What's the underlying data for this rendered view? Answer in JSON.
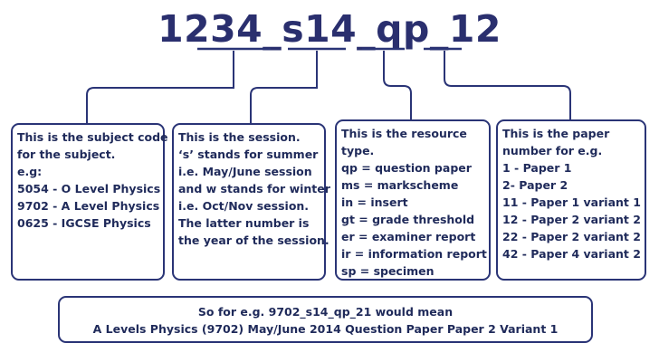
{
  "title": {
    "part1": "1234",
    "sep1": "_",
    "part2": "s14",
    "sep2": "_",
    "part3": "qp",
    "sep3": "_",
    "part4": "12"
  },
  "boxes": {
    "subject": [
      "This is the subject code",
      "for the subject.",
      "e.g:",
      "5054 - O Level Physics",
      "9702 - A Level Physics",
      "0625 - IGCSE Physics"
    ],
    "session": [
      "This is the session.",
      "‘s’ stands for summer",
      "i.e. May/June session",
      "and w stands for winter",
      "i.e. Oct/Nov session.",
      "The latter number is",
      "the year of the session."
    ],
    "resource": [
      "This is the resource",
      "type.",
      "qp = question paper",
      "ms = markscheme",
      "in = insert",
      "gt = grade threshold",
      "er = examiner report",
      "ir = information report",
      "sp = specimen"
    ],
    "paper": [
      "This is the paper",
      "number for e.g.",
      "1 - Paper 1",
      "2- Paper 2",
      "11 - Paper 1 variant 1",
      "12 - Paper 2 variant 2",
      "22 - Paper 2 variant 2",
      "42 - Paper 4 variant 2"
    ]
  },
  "summary": {
    "line1": "So for e.g. 9702_s14_qp_21 would mean",
    "line2": "A Levels Physics (9702) May/June 2014 Question Paper Paper 2 Variant 1"
  },
  "colors": {
    "text": "#1f2a5a",
    "title": "#2a2f6e",
    "border": "#2a3476"
  }
}
